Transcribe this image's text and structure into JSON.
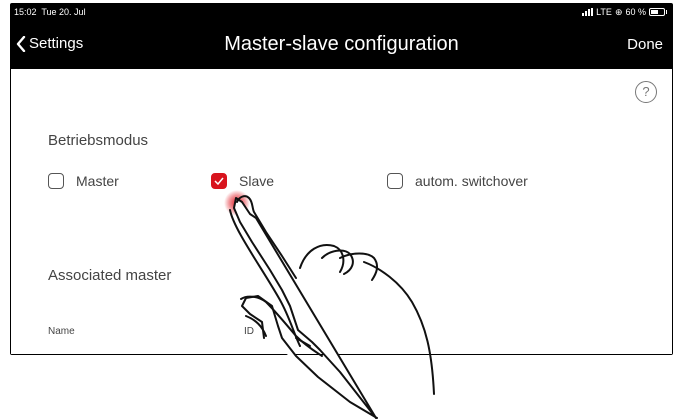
{
  "status": {
    "time": "15:02",
    "date": "Tue 20. Jul",
    "network": "LTE",
    "battery": "60 %",
    "battery_level": 0.6
  },
  "nav": {
    "back_label": "Settings",
    "title": "Master-slave configuration",
    "done_label": "Done"
  },
  "help_label": "?",
  "mode": {
    "label": "Betriebsmodus",
    "options": [
      {
        "label": "Master",
        "checked": false
      },
      {
        "label": "Slave",
        "checked": true
      },
      {
        "label": "autom. switchover",
        "checked": false
      }
    ]
  },
  "associated": {
    "label": "Associated master",
    "columns": [
      "Name",
      "ID"
    ]
  },
  "colors": {
    "accent": "#d8141e",
    "nav_background": "#000000"
  }
}
